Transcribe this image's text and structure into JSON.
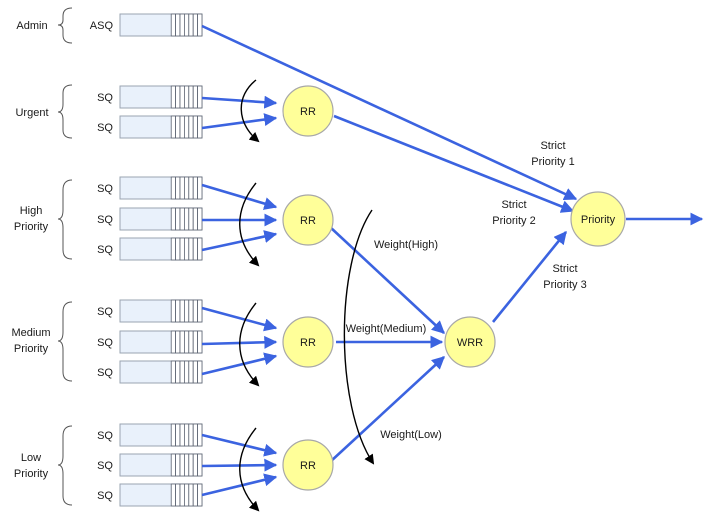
{
  "groups": {
    "admin": {
      "label": "Admin"
    },
    "urgent": {
      "label": "Urgent"
    },
    "high": {
      "label_lines": [
        "High",
        "Priority"
      ]
    },
    "medium": {
      "label_lines": [
        "Medium",
        "Priority"
      ]
    },
    "low": {
      "label_lines": [
        "Low",
        "Priority"
      ]
    }
  },
  "queues": {
    "admin": "ASQ",
    "submission": "SQ"
  },
  "nodes": {
    "round_robin": "RR",
    "weighted_round_robin": "WRR",
    "priority": "Priority"
  },
  "edge_labels": {
    "strict_priority_1": [
      "Strict",
      "Priority 1"
    ],
    "strict_priority_2": [
      "Strict",
      "Priority 2"
    ],
    "strict_priority_3": [
      "Strict",
      "Priority 3"
    ],
    "weight_high": "Weight(High)",
    "weight_medium": "Weight(Medium)",
    "weight_low": "Weight(Low)"
  },
  "colors": {
    "flow": "#3b63e0",
    "node_fill": "#ffff99",
    "queue_fill": "#e9f1fb"
  }
}
